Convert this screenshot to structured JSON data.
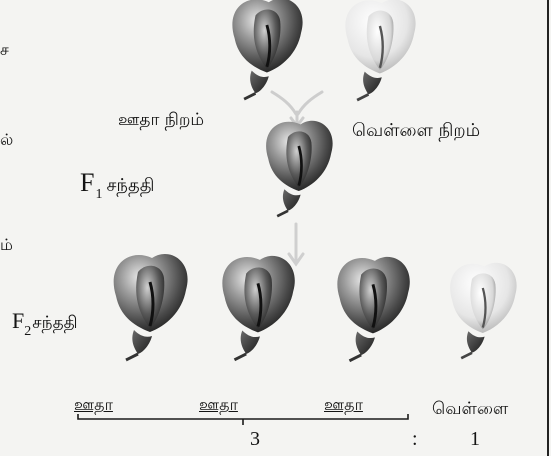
{
  "labels": {
    "edge_1": "ச",
    "edge_2": "ல்",
    "edge_3": "ம்",
    "parent_purple": "ஊதா நிறம்",
    "parent_white": "வெள்ளை நிறம்",
    "f1_letter": "F",
    "f1_sub": "1",
    "f1_text": "சந்ததி",
    "f2_letter": "F",
    "f2_sub": "2",
    "f2_text": "சந்ததி",
    "offspring_1": "ஊதா",
    "offspring_2": "ஊதா",
    "offspring_3": "ஊதா",
    "offspring_4": "வெள்ளை",
    "ratio_left": "3",
    "ratio_sep": ":",
    "ratio_right": "1"
  },
  "colors": {
    "purple_dark": "#2a2a2a",
    "purple_mid": "#8a8a8a",
    "purple_light": "#cfcfcf",
    "white_dark": "#9a9a9a",
    "white_light": "#f2f2f2",
    "arrow": "#cfcfcf"
  }
}
